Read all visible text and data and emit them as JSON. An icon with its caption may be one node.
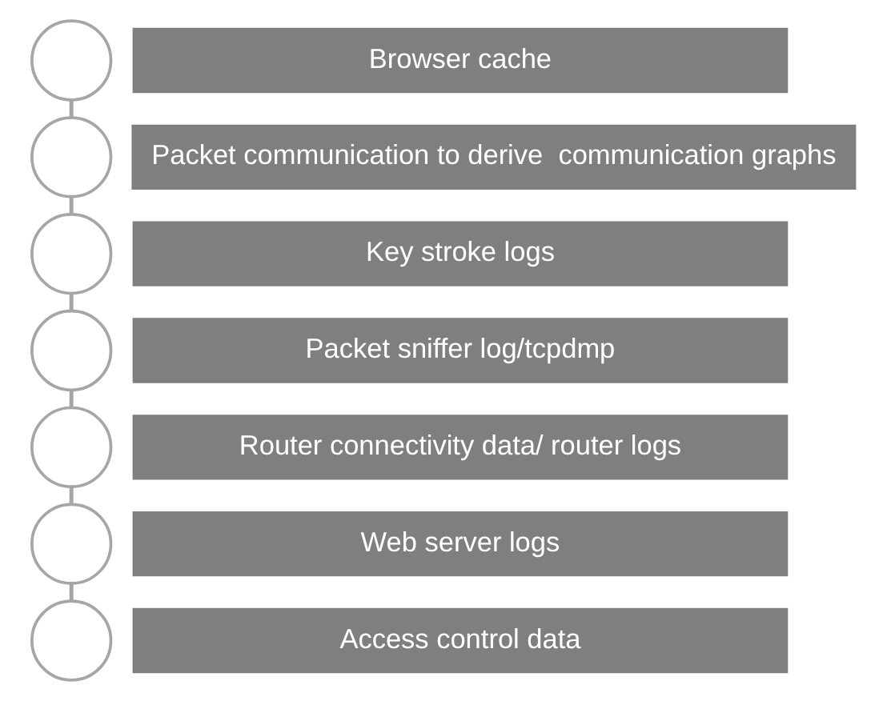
{
  "diagram": {
    "nodes": [
      {
        "text": [],
        "shape": "circle"
      },
      {
        "text": [
          "Browser cache"
        ]
      },
      {
        "text": [],
        "shape": "circle"
      },
      {
        "text": [
          "Packet communication to derive  communication graphs"
        ]
      },
      {
        "text": [],
        "shape": "circle"
      },
      {
        "text": [
          "Key stroke logs"
        ]
      },
      {
        "text": [],
        "shape": "circle"
      },
      {
        "text": [
          "Packet sniffer log/tcpdmp"
        ]
      },
      {
        "text": [],
        "shape": "circle"
      },
      {
        "text": [
          "Router connectivity data/ router logs"
        ]
      },
      {
        "text": [],
        "shape": "circle"
      },
      {
        "text": [
          "Web server logs"
        ]
      },
      {
        "text": [],
        "shape": "circle"
      },
      {
        "text": [
          "Access control data"
        ]
      }
    ],
    "edges": [
      {
        "from": 0,
        "to": 2,
        "arrow": "none"
      },
      {
        "from": 2,
        "to": 4,
        "arrow": "none"
      },
      {
        "from": 4,
        "to": 6,
        "arrow": "none"
      },
      {
        "from": 6,
        "to": 8,
        "arrow": "none"
      },
      {
        "from": 8,
        "to": 10,
        "arrow": "none"
      },
      {
        "from": 10,
        "to": 12,
        "arrow": "none"
      }
    ]
  }
}
